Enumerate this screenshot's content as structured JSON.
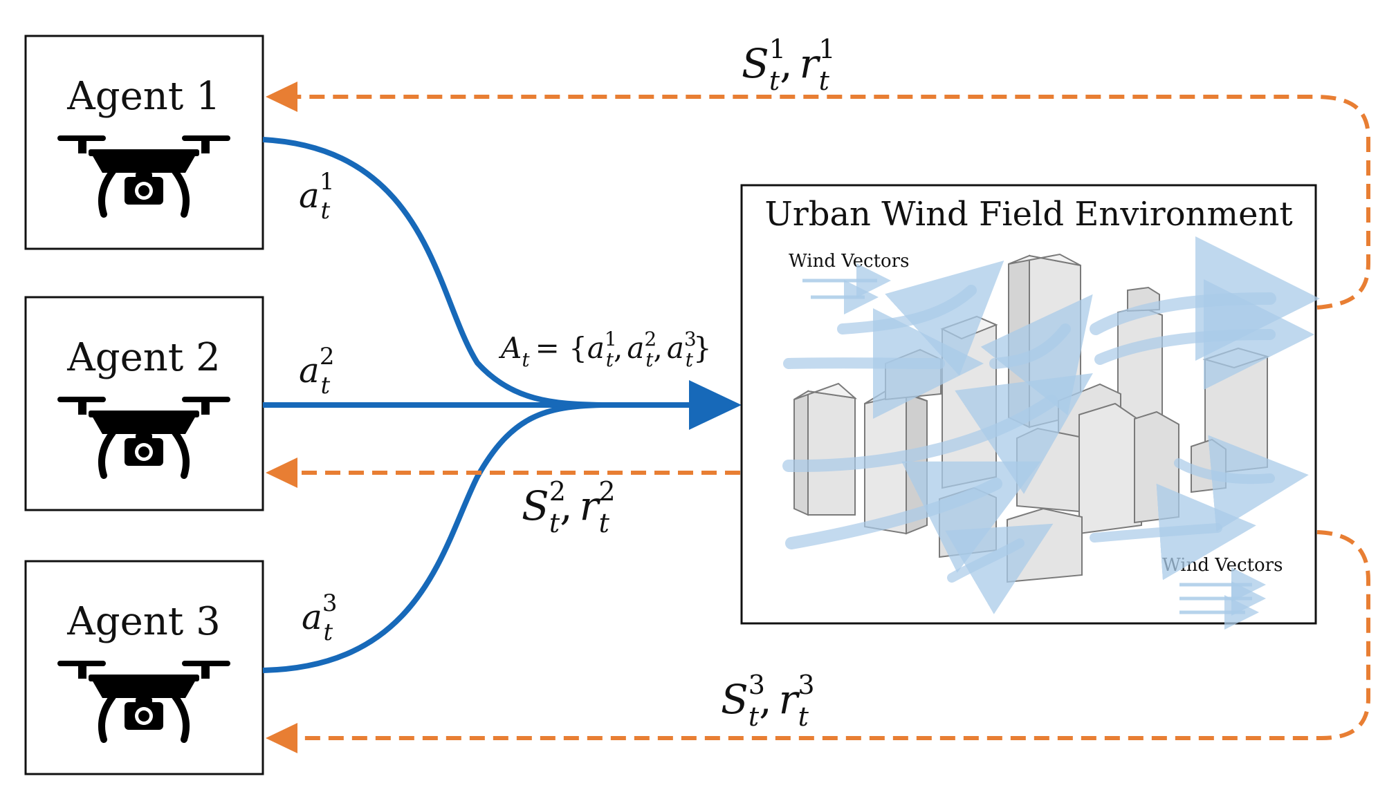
{
  "agents": [
    {
      "name": "Agent 1",
      "action": "a",
      "action_sub": "t",
      "action_sup": "1"
    },
    {
      "name": "Agent 2",
      "action": "a",
      "action_sub": "t",
      "action_sup": "2"
    },
    {
      "name": "Agent 3",
      "action": "a",
      "action_sub": "t",
      "action_sup": "3"
    }
  ],
  "joint_action": {
    "lhs": "A",
    "lhs_sub": "t",
    "eq": "= {",
    "a": "a",
    "sub": "t",
    "sup1": "1",
    "sup2": "2",
    "sup3": "3",
    "comma": ",",
    "close": "}"
  },
  "feedback": [
    {
      "state": "S",
      "sub": "t",
      "sup": "1",
      "comma": ",",
      "reward": "r",
      "rsub": "t",
      "rsup": "1"
    },
    {
      "state": "S",
      "sub": "t",
      "sup": "2",
      "comma": ",",
      "reward": "r",
      "rsub": "t",
      "rsup": "2"
    },
    {
      "state": "S",
      "sub": "t",
      "sup": "3",
      "comma": ",",
      "reward": "r",
      "rsub": "t",
      "rsup": "3"
    }
  ],
  "environment": {
    "title": "Urban Wind Field Environment",
    "wind_label_top": "Wind Vectors",
    "wind_label_bottom": "Wind Vectors"
  },
  "icons": {
    "agent_icon": "drone-camera-icon",
    "action_arrow": "blue-solid-arrow",
    "feedback_arrow": "orange-dashed-arrow"
  },
  "colors": {
    "action_blue": "#1769b9",
    "feedback_orange": "#e87e33",
    "wind_blue": "#a9cbe8",
    "building_gray": "#dedede",
    "box_stroke": "#111111"
  }
}
